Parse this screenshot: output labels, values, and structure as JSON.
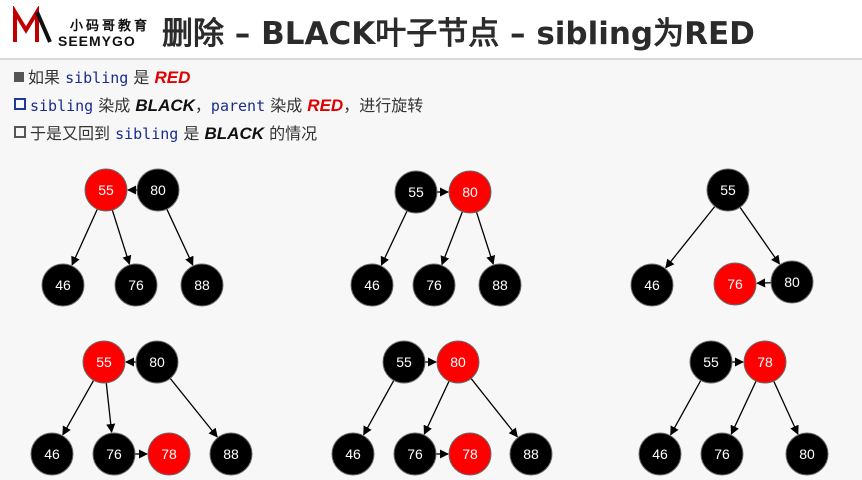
{
  "logo": {
    "cn": "小码哥教育",
    "en": "SEEMYGO"
  },
  "title": "删除 – BLACK叶子节点 – sibling为RED",
  "bullets": [
    {
      "parts": [
        {
          "t": "如果 "
        },
        {
          "t": "sibling",
          "s": "code"
        },
        {
          "t": " 是 "
        },
        {
          "t": "RED",
          "s": "red"
        }
      ]
    },
    {
      "parts": [
        {
          "t": "sibling",
          "s": "code"
        },
        {
          "t": " 染成 "
        },
        {
          "t": "BLACK",
          "s": "blk"
        },
        {
          "t": "，"
        },
        {
          "t": "parent",
          "s": "code"
        },
        {
          "t": " 染成 "
        },
        {
          "t": "RED",
          "s": "red"
        },
        {
          "t": "，进行旋转"
        }
      ]
    },
    {
      "parts": [
        {
          "t": "于是又回到 "
        },
        {
          "t": "sibling",
          "s": "code"
        },
        {
          "t": " 是 "
        },
        {
          "t": "BLACK",
          "s": "blk"
        },
        {
          "t": " 的情况"
        }
      ]
    }
  ],
  "colors": {
    "red_node": "#ff0000",
    "black_node": "#000000",
    "edge": "#000000"
  },
  "trees": [
    {
      "name": "tree-top-left",
      "nodes": [
        {
          "id": "a55",
          "label": "55",
          "color": "red"
        },
        {
          "id": "a80",
          "label": "80",
          "color": "black"
        },
        {
          "id": "a46",
          "label": "46",
          "color": "black"
        },
        {
          "id": "a76",
          "label": "76",
          "color": "black"
        },
        {
          "id": "a88",
          "label": "88",
          "color": "black"
        }
      ],
      "links": [
        [
          "a80",
          "a55"
        ]
      ],
      "edges": [
        [
          "a55",
          "a46"
        ],
        [
          "a55",
          "a76"
        ],
        [
          "a80",
          "a88"
        ]
      ]
    },
    {
      "name": "tree-top-middle",
      "nodes": [
        {
          "id": "b55",
          "label": "55",
          "color": "black"
        },
        {
          "id": "b80",
          "label": "80",
          "color": "red"
        },
        {
          "id": "b46",
          "label": "46",
          "color": "black"
        },
        {
          "id": "b76",
          "label": "76",
          "color": "black"
        },
        {
          "id": "b88",
          "label": "88",
          "color": "black"
        }
      ],
      "links": [
        [
          "b55",
          "b80"
        ]
      ],
      "edges": [
        [
          "b55",
          "b46"
        ],
        [
          "b80",
          "b76"
        ],
        [
          "b80",
          "b88"
        ]
      ]
    },
    {
      "name": "tree-top-right",
      "nodes": [
        {
          "id": "c55",
          "label": "55",
          "color": "black"
        },
        {
          "id": "c46",
          "label": "46",
          "color": "black"
        },
        {
          "id": "c76",
          "label": "76",
          "color": "red"
        },
        {
          "id": "c80",
          "label": "80",
          "color": "black"
        }
      ],
      "links": [
        [
          "c80",
          "c76"
        ]
      ],
      "edges": [
        [
          "c55",
          "c46"
        ],
        [
          "c55",
          "c80"
        ]
      ]
    },
    {
      "name": "tree-bottom-left",
      "nodes": [
        {
          "id": "d55",
          "label": "55",
          "color": "red"
        },
        {
          "id": "d80",
          "label": "80",
          "color": "black"
        },
        {
          "id": "d46",
          "label": "46",
          "color": "black"
        },
        {
          "id": "d76",
          "label": "76",
          "color": "black"
        },
        {
          "id": "d78",
          "label": "78",
          "color": "red"
        },
        {
          "id": "d88",
          "label": "88",
          "color": "black"
        }
      ],
      "links": [
        [
          "d80",
          "d55"
        ],
        [
          "d76",
          "d78"
        ]
      ],
      "edges": [
        [
          "d55",
          "d46"
        ],
        [
          "d55",
          "d76"
        ],
        [
          "d80",
          "d88"
        ]
      ]
    },
    {
      "name": "tree-bottom-middle",
      "nodes": [
        {
          "id": "e55",
          "label": "55",
          "color": "black"
        },
        {
          "id": "e80",
          "label": "80",
          "color": "red"
        },
        {
          "id": "e46",
          "label": "46",
          "color": "black"
        },
        {
          "id": "e76",
          "label": "76",
          "color": "black"
        },
        {
          "id": "e78",
          "label": "78",
          "color": "red"
        },
        {
          "id": "e88",
          "label": "88",
          "color": "black"
        }
      ],
      "links": [
        [
          "e55",
          "e80"
        ],
        [
          "e76",
          "e78"
        ]
      ],
      "edges": [
        [
          "e55",
          "e46"
        ],
        [
          "e80",
          "e76"
        ],
        [
          "e80",
          "e88"
        ]
      ]
    },
    {
      "name": "tree-bottom-right",
      "nodes": [
        {
          "id": "f55",
          "label": "55",
          "color": "black"
        },
        {
          "id": "f78",
          "label": "78",
          "color": "red"
        },
        {
          "id": "f46",
          "label": "46",
          "color": "black"
        },
        {
          "id": "f76",
          "label": "76",
          "color": "black"
        },
        {
          "id": "f80",
          "label": "80",
          "color": "black"
        }
      ],
      "links": [
        [
          "f55",
          "f78"
        ]
      ],
      "edges": [
        [
          "f55",
          "f46"
        ],
        [
          "f78",
          "f76"
        ],
        [
          "f78",
          "f80"
        ]
      ]
    }
  ]
}
